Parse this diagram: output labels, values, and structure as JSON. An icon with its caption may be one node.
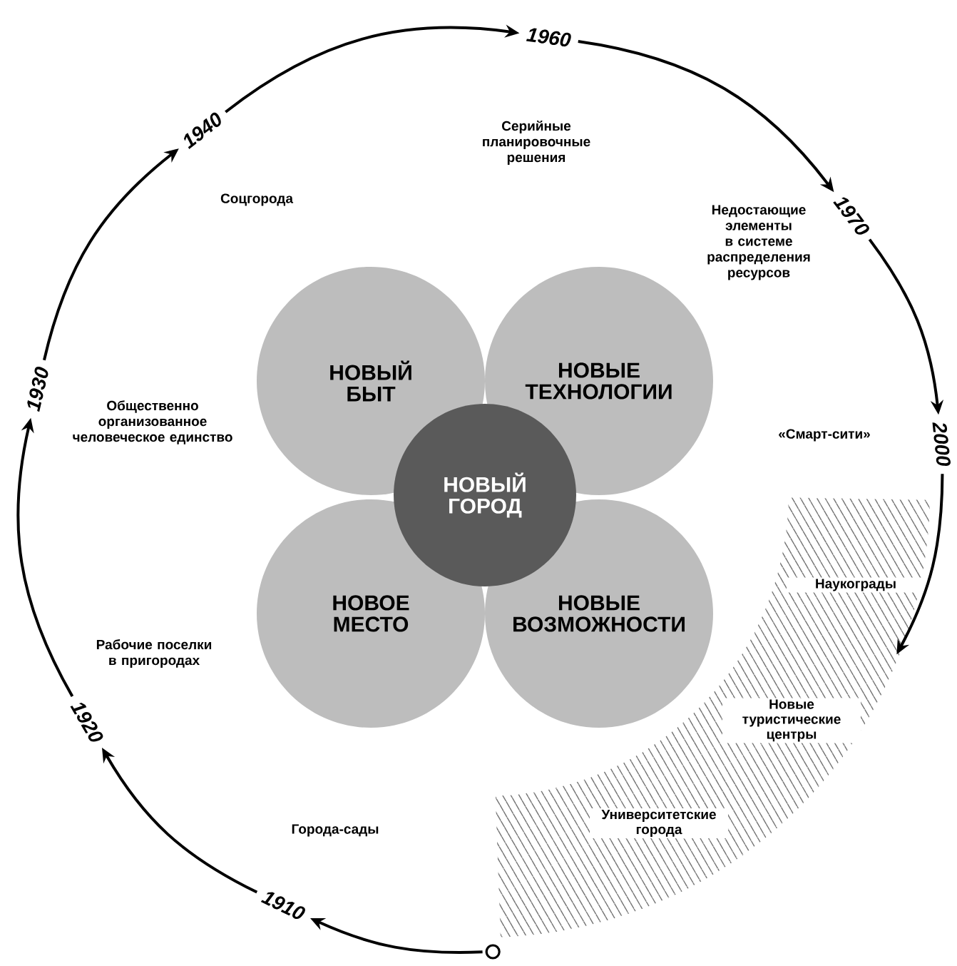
{
  "diagram": {
    "nodes": [
      {
        "text": [],
        "shape": "circle"
      },
      {
        "text": [
          "1910"
        ]
      },
      {
        "text": [
          "1920"
        ]
      },
      {
        "text": [
          "1930"
        ]
      },
      {
        "text": [
          "1940"
        ]
      },
      {
        "text": [
          "1960"
        ]
      },
      {
        "text": [
          "1970"
        ]
      },
      {
        "text": [
          "2000"
        ]
      },
      {
        "text": [
          "НОВЫЙ БЫТ"
        ]
      },
      {
        "text": [
          "НОВЫЕ ТЕХНОЛОГИИ"
        ]
      },
      {
        "text": [
          "НОВЫЙ ГОРОД"
        ]
      },
      {
        "text": [
          "НОВОЕ МЕСТО"
        ]
      },
      {
        "text": [
          "НОВЫЕ ВОЗМОЖНОСТИ"
        ]
      },
      {
        "text": [
          "Наукограды",
          "Новые туристические центры",
          "Университетские города"
        ]
      }
    ],
    "edges": [
      {
        "from": 0,
        "to": 1,
        "arrow": "to"
      },
      {
        "from": 1,
        "to": 2,
        "arrow": "to"
      },
      {
        "from": 2,
        "to": 3,
        "arrow": "to"
      },
      {
        "from": 3,
        "to": 4,
        "arrow": "to"
      },
      {
        "from": 4,
        "to": 5,
        "arrow": "to"
      },
      {
        "from": 5,
        "to": 6,
        "arrow": "to"
      },
      {
        "from": 6,
        "to": 7,
        "arrow": "to"
      },
      {
        "from": 7,
        "to": 13,
        "arrow": "to"
      }
    ],
    "labels": [
      "Серийные планировочные решения",
      "Соцгорода",
      "Недостающие элементы в системе распределения ресурсов",
      "Общественно организованное человеческое единство",
      "«Смарт-сити»",
      "Рабочие поселки в пригородах",
      "Города-сады"
    ]
  }
}
